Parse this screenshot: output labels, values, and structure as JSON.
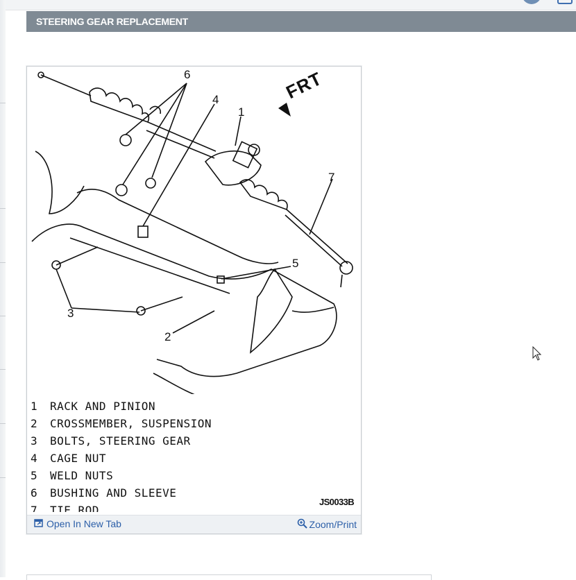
{
  "page": {
    "title": "STEERING GEAR REPLACEMENT"
  },
  "figure": {
    "direction_label": "FRT",
    "callouts": [
      "6",
      "4",
      "1",
      "7",
      "5",
      "3",
      "2"
    ],
    "legend": [
      {
        "num": "1",
        "text": "RACK AND PINION"
      },
      {
        "num": "2",
        "text": "CROSSMEMBER, SUSPENSION"
      },
      {
        "num": "3",
        "text": "BOLTS, STEERING GEAR"
      },
      {
        "num": "4",
        "text": "CAGE NUT"
      },
      {
        "num": "5",
        "text": "WELD NUTS"
      },
      {
        "num": "6",
        "text": "BUSHING AND SLEEVE"
      },
      {
        "num": "7",
        "text": "TIE ROD"
      }
    ],
    "reference_code": "JS0033B"
  },
  "toolbar": {
    "open_new_tab_label": "Open In New Tab",
    "zoom_print_label": "Zoom/Print"
  },
  "icons": {
    "open_new_tab": "external-window-icon",
    "zoom": "magnifier-plus-icon",
    "arrow": "front-arrow-icon",
    "cursor": "mouse-pointer-icon"
  },
  "colors": {
    "title_bar": "#7f8a94",
    "link": "#2c5fa8",
    "toolbar_bg": "#eef1f4"
  }
}
